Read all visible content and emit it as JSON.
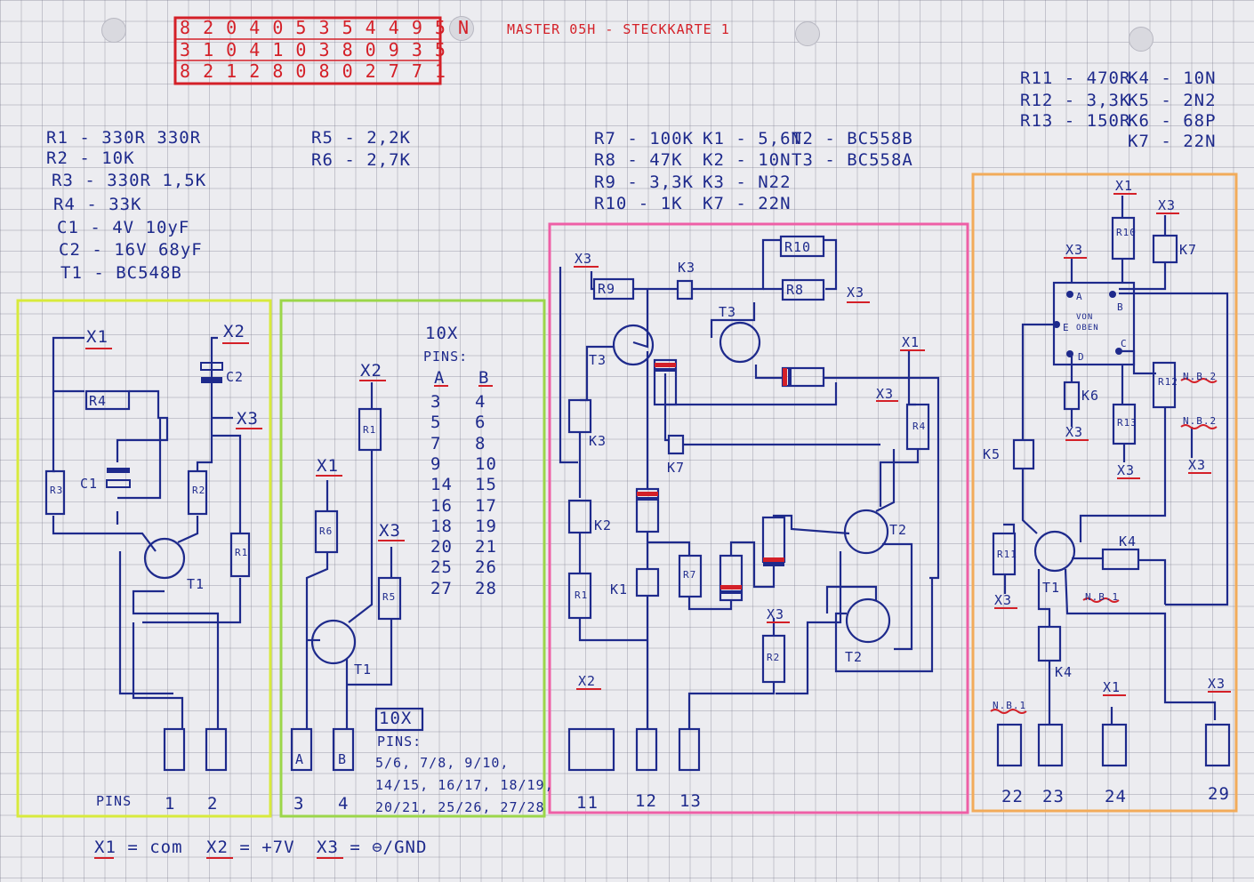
{
  "header": {
    "code_rows": [
      "8 2 0 4 0 5 3 5 4 4 9 5 N",
      "3 1 0 4 1 0 3 8 0 9 3 5",
      "8 2 1 2 8 0 8 0 2 7 7 1"
    ],
    "title": "MASTER 05H - STECKKARTE 1"
  },
  "parts": {
    "col1": [
      "R1 - 330R 330R",
      "R2 - 10K",
      "R3 - 330R 1,5K",
      "R4 - 33K",
      "C1 - 4V 10yF",
      "C2 - 16V 68yF",
      "T1 - BC548B"
    ],
    "col2": [
      "R5 - 2,2K",
      "R6 - 2,7K"
    ],
    "col3": [
      "R7 - 100K",
      "R8 - 47K",
      "R9 - 3,3K",
      "R10 - 1K"
    ],
    "col4": [
      "K1 - 5,6N",
      "K2 - 10N",
      "K3 - N22",
      "K7 - 22N"
    ],
    "col5": [
      "T2 - BC558B",
      "T3 - BC558A"
    ],
    "col6": [
      "R11 - 470R",
      "R12 - 3,3K",
      "R13 - 150R"
    ],
    "col7": [
      "K4 - 10N",
      "K5 - 2N2",
      "K6 - 68P",
      "K7 - 22N"
    ]
  },
  "panel1": {
    "labels": [
      "X1",
      "X2",
      "X3",
      "R4",
      "C2",
      "C1",
      "R3",
      "R2",
      "R1",
      "T1"
    ],
    "pins_label": "PINS",
    "pins": [
      "1",
      "2"
    ]
  },
  "panel2": {
    "labels": [
      "X2",
      "X1",
      "X3",
      "R1",
      "R6",
      "R5",
      "T1"
    ],
    "pin_boxes": [
      "A",
      "B"
    ],
    "pins": [
      "3",
      "4"
    ],
    "table_title": "10X",
    "table_sub": "PINS:",
    "table_head": [
      "A",
      "B"
    ],
    "table_rows": [
      [
        "3",
        "4"
      ],
      [
        "5",
        "6"
      ],
      [
        "7",
        "8"
      ],
      [
        "9",
        "10"
      ],
      [
        "14",
        "15"
      ],
      [
        "16",
        "17"
      ],
      [
        "18",
        "19"
      ],
      [
        "20",
        "21"
      ],
      [
        "25",
        "26"
      ],
      [
        "27",
        "28"
      ]
    ],
    "note_title": "10X",
    "note_sub": "PINS:",
    "note_lines": [
      "5/6, 7/8, 9/10,",
      "14/15, 16/17, 18/19,",
      "20/21, 25/26, 27/28"
    ]
  },
  "panel3": {
    "labels": [
      "X3",
      "K3",
      "R10",
      "R9",
      "R8",
      "X3",
      "T3",
      "T3",
      "X1",
      "X3",
      "R4",
      "K3",
      "K7",
      "K2",
      "T2",
      "K1",
      "R1",
      "R7",
      "X3",
      "R2",
      "T2",
      "X2"
    ],
    "pins": [
      "11",
      "12",
      "13"
    ]
  },
  "panel4": {
    "labels": [
      "X1",
      "X3",
      "R10",
      "K7",
      "X3",
      "A",
      "B",
      "E",
      "C",
      "D",
      "K6",
      "X3",
      "R12",
      "N.B.2",
      "N.B.2",
      "R13",
      "X3",
      "X3",
      "K5",
      "R11",
      "T1",
      "K4",
      "X3",
      "N.B.1",
      "K4",
      "N.B.1",
      "X1",
      "X3"
    ],
    "chip_text": [
      "VON",
      "OBEN"
    ],
    "pins": [
      "22",
      "23",
      "24",
      "29"
    ]
  },
  "legend": {
    "items": [
      "X1 = com",
      "X2 = +7V",
      "X3 = ⊖/GND"
    ]
  },
  "colors": {
    "ink": "#1e2a8c",
    "red": "#d42028",
    "panel1_border": "#d8ea3c",
    "panel2_border": "#9bd64a",
    "panel3_border": "#ee5fa6",
    "panel4_border": "#f2ab5a"
  }
}
